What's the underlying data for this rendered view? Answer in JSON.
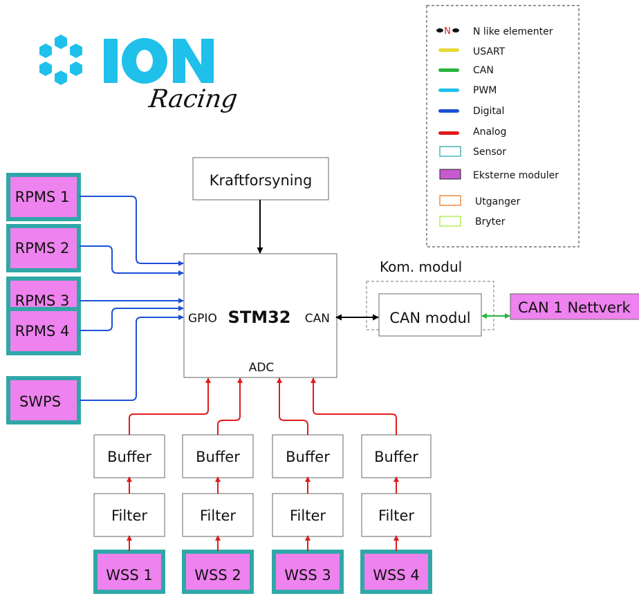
{
  "logo": {
    "brand": "ION",
    "sub": "Racing"
  },
  "colors": {
    "usart": "#e6d935",
    "can": "#26b43c",
    "pwm": "#1fc0ea",
    "digital": "#1a4fd6",
    "analog": "#e01b1b",
    "sensor": "#2fa7a7",
    "external": "#c85ad0",
    "output": "#f07a1e",
    "switch": "#a6ee3b",
    "module_fill": "#ee82ee"
  },
  "legend": {
    "n_marker": "N",
    "items": [
      {
        "key": "n",
        "label": "N like elementer"
      },
      {
        "key": "usart",
        "label": "USART"
      },
      {
        "key": "can",
        "label": "CAN"
      },
      {
        "key": "pwm",
        "label": "PWM"
      },
      {
        "key": "digital",
        "label": "Digital"
      },
      {
        "key": "analog",
        "label": "Analog"
      },
      {
        "key": "sensor",
        "label": "Sensor"
      },
      {
        "key": "external",
        "label": "Eksterne moduler"
      },
      {
        "key": "output",
        "label": "Utganger"
      },
      {
        "key": "switch",
        "label": "Bryter"
      }
    ]
  },
  "power": {
    "label": "Kraftforsyning"
  },
  "mcu": {
    "label": "STM32",
    "gpio": "GPIO",
    "can": "CAN",
    "adc": "ADC"
  },
  "com": {
    "group": "Kom. modul",
    "module": "CAN modul",
    "network": "CAN 1 Nettverk"
  },
  "inputs": [
    "RPMS 1",
    "RPMS 2",
    "RPMS 3",
    "RPMS 4",
    "SWPS"
  ],
  "chains": [
    {
      "buffer": "Buffer",
      "filter": "Filter",
      "sensor": "WSS 1"
    },
    {
      "buffer": "Buffer",
      "filter": "Filter",
      "sensor": "WSS 2"
    },
    {
      "buffer": "Buffer",
      "filter": "Filter",
      "sensor": "WSS 3"
    },
    {
      "buffer": "Buffer",
      "filter": "Filter",
      "sensor": "WSS 4"
    }
  ]
}
